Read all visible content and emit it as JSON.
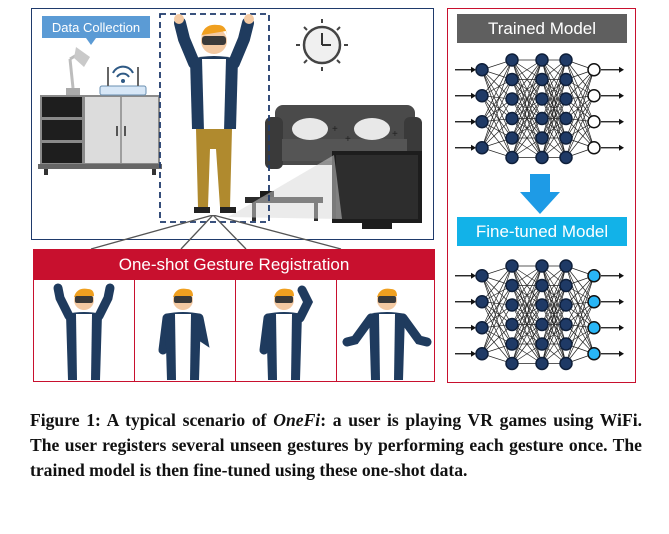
{
  "figure": {
    "labels": {
      "data_collection": "Data Collection",
      "registration": "One-shot Gesture Registration",
      "trained_model": "Trained Model",
      "finetuned_model": "Fine-tuned Model"
    },
    "caption": {
      "prefix": "Figure 1: A typical scenario of ",
      "name": "OneFi",
      "rest": ": a user is playing VR games using WiFi. The user registers several unseen gestures by performing each gesture once. The trained model is then fine-tuned using these one-shot data."
    },
    "colors": {
      "scene_border": "#1f3a6b",
      "red": "#c8102e",
      "label_bg_blue": "#5b9bd5",
      "trained_bg": "#5f5f5f",
      "finetuned_bg": "#12b2e8",
      "arrow": "#1e9be6",
      "node_dark": "#1f3a66",
      "node_cyan": "#29b6f6",
      "shirt": "#1f3b5e",
      "pants": "#b08a2e",
      "skin": "#f3c9a2",
      "hair": "#f0a020"
    }
  }
}
